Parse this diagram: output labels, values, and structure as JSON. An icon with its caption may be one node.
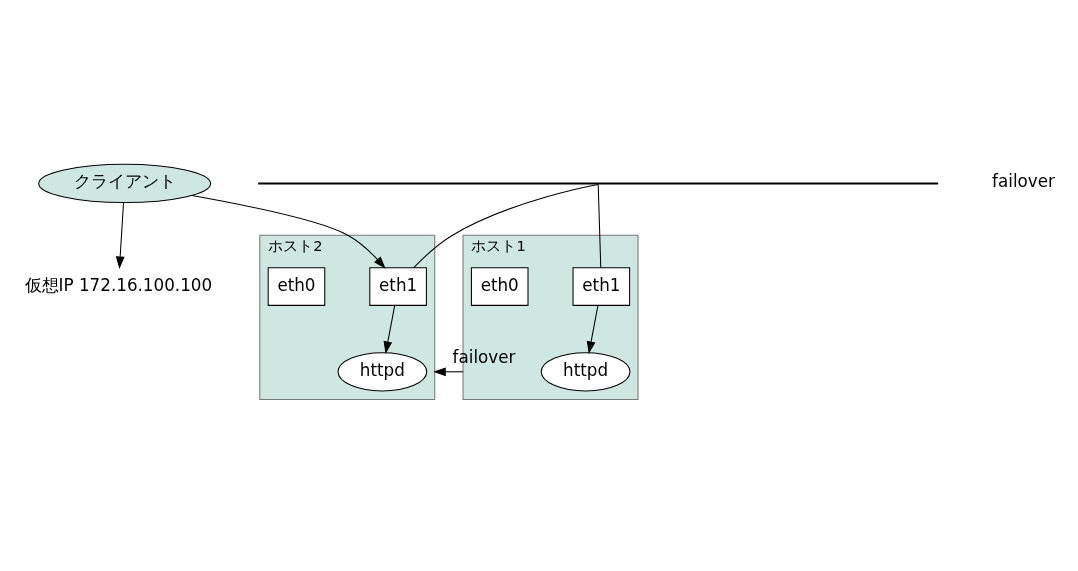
{
  "diagram": {
    "nodes": [
      {
        "text": [
          "クライアント"
        ]
      },
      {
        "text": [],
        "shape": "bar"
      },
      {
        "text": [
          "ホスト1"
        ]
      },
      {
        "text": [
          "eth1"
        ],
        "in": 2
      },
      {
        "text": [
          "httpd"
        ],
        "in": 2
      },
      {
        "text": [
          "eth0"
        ],
        "in": 2
      },
      {
        "text": [
          "ホスト2"
        ]
      },
      {
        "text": [
          "eth1"
        ],
        "in": 6
      },
      {
        "text": [
          "httpd"
        ],
        "in": 6
      },
      {
        "text": [
          "eth0"
        ],
        "in": 6
      },
      {
        "text": [
          "仮想IP 172.16.100.100"
        ]
      }
    ],
    "edges": [
      {
        "from": 0,
        "to": 10,
        "arrow": "to"
      },
      {
        "from": 0,
        "to": 7,
        "arrow": "to"
      },
      {
        "from": 1,
        "to": 3,
        "arrow": "none"
      },
      {
        "from": 1,
        "to": 7,
        "arrow": "none"
      },
      {
        "from": 3,
        "to": 4,
        "arrow": "to"
      },
      {
        "from": 7,
        "to": 8,
        "arrow": "to"
      },
      {
        "from": 2,
        "to": 6,
        "arrow": "to",
        "label": "failover"
      }
    ],
    "labels": [
      "failover"
    ]
  }
}
